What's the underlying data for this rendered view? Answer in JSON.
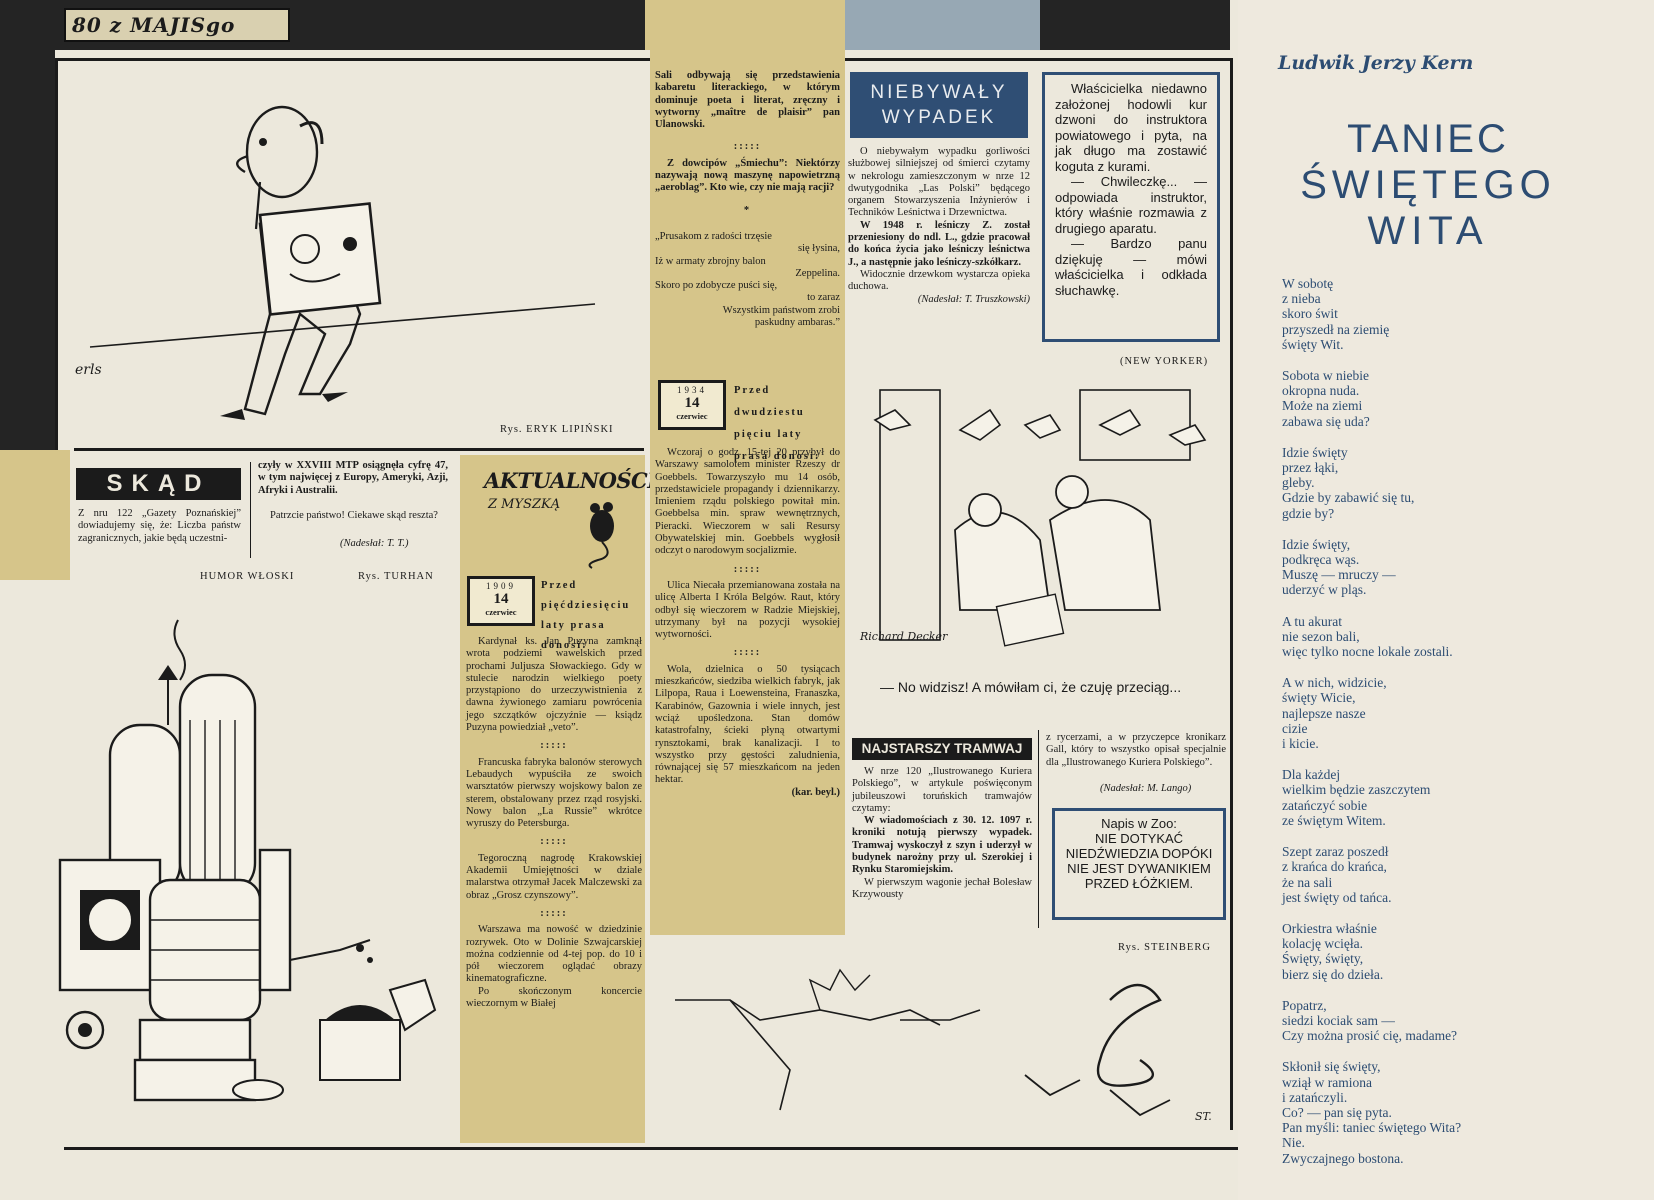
{
  "masthead": {
    "logo": "80 z MAJISgo"
  },
  "cartoon1": {
    "signature": "erls",
    "credit": "Rys. ERYK LIPIŃSKI"
  },
  "skad": {
    "title": "SKĄD",
    "col1": "Z nru 122 „Gazety Poznańskiej” dowiadujemy się, że: Liczba państw zagranicznych, jakie będą uczestni-",
    "col2a": "czyły w XXVIII MTP osiągnęła cyfrę 47, w tym najwięcej z Europy, Ameryki, Azji, Afryki i Australii.",
    "col2b": "Patrzcie państwo! Ciekawe skąd reszta?",
    "credit": "(Nadesłał: T. T.)"
  },
  "humor": {
    "label": "HUMOR WŁOSKI",
    "credit": "Rys. TURHAN"
  },
  "aktualnosci": {
    "title": "AKTUALNOŚCI",
    "subtitle": "Z MYSZKĄ",
    "date1": {
      "year": "1909",
      "day": "14",
      "month": "czerwiec"
    },
    "intro1": "Przed pięćdziesięciu laty prasa donosi:",
    "p1": "Kardynał ks. Jan Puzyna zamknął wrota podziemi wawelskich przed prochami Juljusza Słowackiego. Gdy w stulecie narodzin wielkiego poety przystąpiono do urzeczywistnienia z dawna żywionego zamiaru powrócenia jego szczątków ojczyźnie — ksiądz Puzyna powiedział „veto”.",
    "sep": ":::::",
    "p2": "Francuska fabryka balonów sterowych Lebaudych wypuściła ze swoich warsztatów pierwszy wojskowy balon ze sterem, obstalowany przez rząd rosyjski. Nowy balon „La Russie” wkrótce wyruszy do Petersburga.",
    "p3": "Tegoroczną nagrodę Krakowskiej Akademii Umiejętności w dziale malarstwa otrzymał Jacek Malczewski za obraz „Grosz czynszowy”.",
    "p4": "Warszawa ma nowość w dziedzinie rozrywek. Oto w Dolinie Szwajcarskiej można codziennie od 4-tej pop. do 10 i pół wieczorem oglądać obrazy kinematograficzne.",
    "p5": "Po skończonym koncercie wieczornym w Białej"
  },
  "col3": {
    "p1": "Sali odbywają się przedstawienia kabaretu literackiego, w którym dominuje poeta i literat, zręczny i wytworny „maître de plaisir” pan Ulanowski.",
    "sep": ":::::",
    "p2": "Z dowcipów „Śmiechu”: Niektórzy nazywają nową maszynę napowietrzną „aeroblag”. Kto wie, czy nie mają racji?",
    "star": "*",
    "poem": [
      "„Prusakom z radości trzęsie",
      "się łysina,",
      "Iż w armaty zbrojny balon",
      "Zeppelina.",
      "Skoro po zdobycze puści się,",
      "to zaraz",
      "Wszystkim państwom zrobi",
      "paskudny ambaras.”"
    ],
    "date2": {
      "year": "1934",
      "day": "14",
      "month": "czerwiec"
    },
    "intro2": "Przed dwudziestu pięciu laty prasa donosi:",
    "p3": "Wczoraj o godz. 15-tej 20 przybył do Warszawy samolotem minister Rzeszy dr Goebbels. Towarzyszyło mu 14 osób, przedstawiciele propagandy i dziennikarzy. Imieniem rządu polskiego powitał min. Goebbelsa min. spraw wewnętrznych, Pieracki. Wieczorem w sali Resursy Obywatelskiej min. Goebbels wygłosił odczyt o narodowym socjalizmie.",
    "p4": "Ulica Niecała przemianowana została na ulicę Alberta I Króla Belgów. Raut, który odbył się wieczorem w Radzie Miejskiej, utrzymany był na pozycji wysokiej wytworności.",
    "p5": "Wola, dzielnica o 50 tysiącach mieszkańców, siedziba wielkich fabryk, jak Lilpopa, Raua i Loewensteina, Franaszka, Karabinów, Gazownia i wiele innych, jest wciąż upośledzona. Stan domów katastrofalny, ścieki płyną otwartymi rynsztokami, brak kanalizacji. I to wszystko przy gęstości zaludnienia, równającej się 57 mieszkańcom na jeden hektar.",
    "credit": "(kar. beyl.)"
  },
  "niebywaly": {
    "title_line1": "NIEBYWAŁY",
    "title_line2": "WYPADEK",
    "p1": "O niebywałym wypadku gorliwości służbowej silniejszej od śmierci czytamy w nekrologu zamieszczonym w nrze 12 dwutygodnika „Las Polski” będącego organem Stowarzyszenia Inżynierów i Techników Leśnictwa i Drzewnictwa.",
    "p2": "W 1948 r. leśniczy Z. został przeniesiony do ndl. L., gdzie pracował do końca życia jako leśniczy leśnictwa J., a następnie jako leśniczy-szkółkarz.",
    "p3": "Widocznie drzewkom wystarcza opieka duchowa.",
    "credit": "(Nadesłał: T. Truszkowski)"
  },
  "wlascicielka": {
    "text": "Właścicielka niedawno założonej hodowli kur dzwoni do instruktora powiatowego i pyta, na jak długo ma zostawić koguta z kurami.",
    "p2": "— Chwileczkę... — odpowiada instruktor, który właśnie rozmawia z drugiego aparatu.",
    "p3": "— Bardzo panu dziękuję — mówi właścicielka i odkłada słuchawkę.",
    "source": "(NEW YORKER)"
  },
  "cartoon_ducks": {
    "signature": "Richard Decker",
    "caption": "— No widzisz! A mówiłam ci, że czuję przeciąg..."
  },
  "tramwaj": {
    "title": "NAJSTARSZY TRAMWAJ",
    "p1": "W nrze 120 „Ilustrowanego Kuriera Polskiego”, w artykule poświęconym jubileuszowi toruńskich tramwajów czytamy:",
    "p2": "W wiadomościach z 30. 12. 1097 r. kroniki notują pierwszy wypadek. Tramwaj wyskoczył z szyn i uderzył w budynek narożny przy ul. Szerokiej i Rynku Staromiejskim.",
    "p3": "W pierwszym wagonie jechał Bolesław Krzywousty",
    "p4": "z rycerzami, a w przyczepce kronikarz Gall, który to wszystko opisał specjalnie dla „Ilustrowanego Kuriera Polskiego”.",
    "credit": "(Nadesłał: M. Lango)",
    "zoo_label": "Napis w Zoo:",
    "zoo_text": "NIE DOTYKAĆ NIEDŹWIEDZIA DOPÓKI NIE JEST DYWANIKIEM PRZED ŁÓŻKIEM."
  },
  "steinberg": {
    "credit": "Rys. STEINBERG",
    "signature": "ST."
  },
  "poem": {
    "author": "Ludwik Jerzy Kern",
    "title1": "TANIEC",
    "title2": "ŚWIĘTEGO",
    "title3": "WITA",
    "stanzas": [
      [
        "W sobotę",
        "z nieba",
        "skoro świt",
        "przyszedł na ziemię",
        "święty Wit."
      ],
      [
        "Sobota w niebie",
        "okropna nuda.",
        "Może na ziemi",
        "zabawa się uda?"
      ],
      [
        "Idzie święty",
        "przez łąki,",
        "gleby.",
        "Gdzie by zabawić się tu,",
        "gdzie by?"
      ],
      [
        "Idzie święty,",
        "podkręca wąs.",
        "Muszę — mruczy —",
        "uderzyć w pląs."
      ],
      [
        "A tu akurat",
        "nie sezon bali,",
        "więc tylko nocne lokale zostali."
      ],
      [
        "A w nich, widzicie,",
        "święty Wicie,",
        "najlepsze nasze",
        "cizie",
        "i kicie."
      ],
      [
        "Dla każdej",
        "wielkim będzie zaszczytem",
        "zatańczyć sobie",
        "ze świętym Witem."
      ],
      [
        "Szept zaraz poszedł",
        "z krańca do krańca,",
        "że na sali",
        "jest święty od tańca."
      ],
      [
        "Orkiestra właśnie",
        "kolację wcięła.",
        "Święty, święty,",
        "bierz się do dzieła."
      ],
      [
        "Popatrz,",
        "siedzi kociak sam —",
        "Czy można prosić cię, madame?"
      ],
      [
        "Skłonił się święty,",
        "wziął w ramiona",
        "i zatańczyli.",
        "Co? — pan się pyta.",
        "Pan myśli: taniec świętego Wita?",
        "Nie.",
        "Zwyczajnego bostona."
      ]
    ]
  },
  "colors": {
    "paper": "#ece8dc",
    "yellow": "#d6c58a",
    "ink": "#1b1b1b",
    "blue": "#2f4e74",
    "poemblue": "#2c4c72"
  }
}
